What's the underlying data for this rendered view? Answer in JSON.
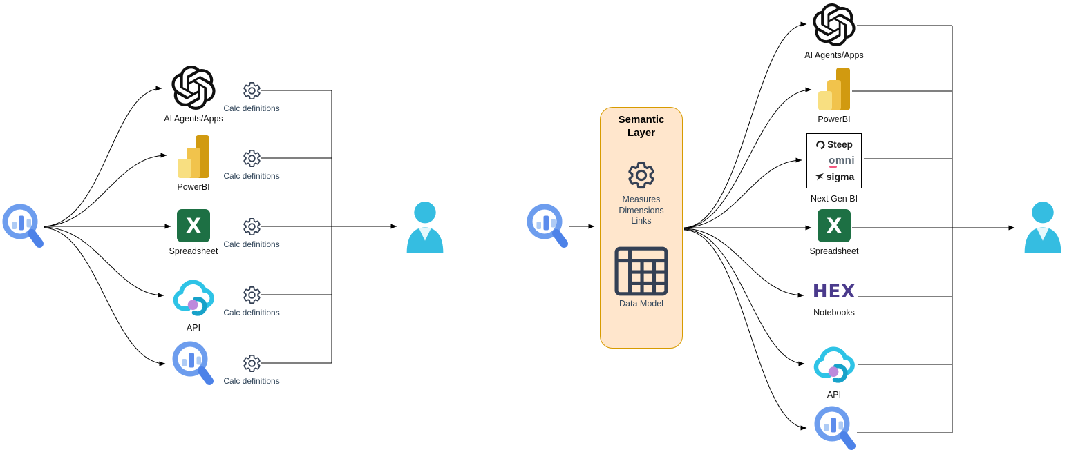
{
  "diagram_title": "",
  "shared": {
    "excel_letter": "X",
    "calc_label": "Calc definitions"
  },
  "left": {
    "tools": {
      "ai": "AI Agents/Apps",
      "powerbi": "PowerBI",
      "spreadsheet": "Spreadsheet",
      "api": "API"
    }
  },
  "right": {
    "box": {
      "title1": "Semantic",
      "title2": "Layer",
      "gear_lines": [
        "Measures",
        "Dimensions",
        "Links"
      ],
      "table_label": "Data Model"
    },
    "tools": {
      "ai": "AI Agents/Apps",
      "powerbi": "PowerBI",
      "nextgen": "Next Gen BI",
      "spreadsheet": "Spreadsheet",
      "notebooks": "Notebooks",
      "api": "API"
    },
    "nextgen": {
      "steep": "Steep",
      "omni": "omni",
      "sigma": "sigma"
    },
    "hex_text": "HEX"
  },
  "colors": {
    "semantic_fill": "#FFE6CC",
    "semantic_stroke": "#D79B00",
    "excel_green": "#1D7044",
    "hex_purple": "#4A3A8C",
    "user_cyan": "#35BDE1",
    "magnifier_blue": "#6D9DEE",
    "magnifier_handle": "#4D82E8",
    "powerbi_gold": "#F2C24B",
    "api_cyan": "#2EC3E6",
    "api_dot_purple": "#BD89DC",
    "omni_pink": "#F2577E",
    "dark_icon": "#344054",
    "line": "#000000"
  }
}
